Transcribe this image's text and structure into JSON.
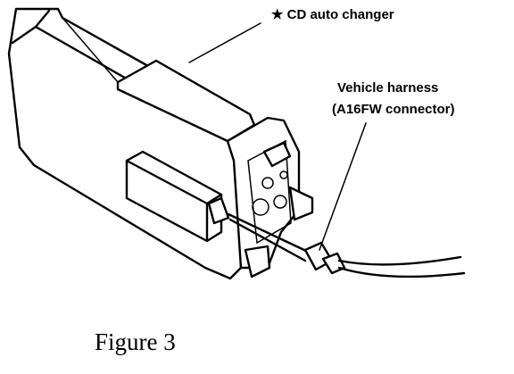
{
  "labels": {
    "cd_changer": "★ CD auto changer",
    "harness_line1": "Vehicle harness",
    "harness_line2": "(A16FW connector)"
  },
  "caption": "Figure 3"
}
